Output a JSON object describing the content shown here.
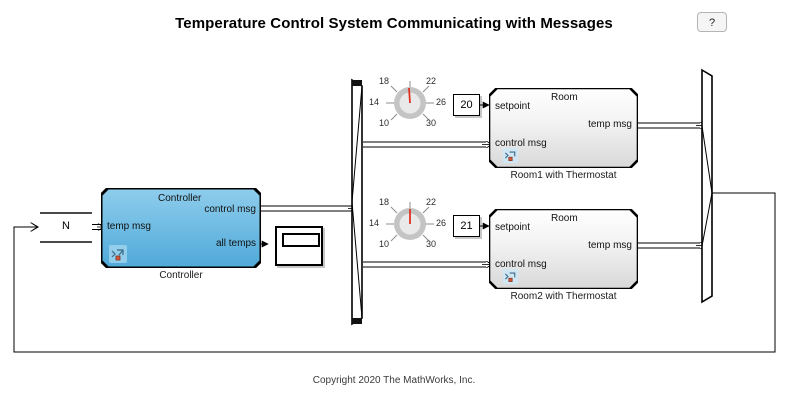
{
  "page": {
    "title": "Temperature Control System Communicating with Messages",
    "copyright": "Copyright 2020 The MathWorks, Inc.",
    "background": "#ffffff"
  },
  "help_button": {
    "label": "?",
    "name": "help-button"
  },
  "blocks": {
    "merge": {
      "label": "N",
      "caption": ""
    },
    "controller": {
      "inner_title": "Controller",
      "caption": "Controller",
      "input_ports": [
        {
          "label": "temp msg"
        }
      ],
      "output_ports": [
        {
          "label": "control msg"
        },
        {
          "label": "all temps"
        }
      ],
      "fill_top": "#8fcdec",
      "fill_bottom": "#4fa9d8",
      "badge": "subsystem-badge"
    },
    "scope": {
      "caption": ""
    },
    "room1": {
      "inner_title": "Room",
      "caption": "Room1 with Thermostat",
      "input_ports": [
        {
          "label": "setpoint"
        },
        {
          "label": "control msg"
        }
      ],
      "output_ports": [
        {
          "label": "temp msg"
        }
      ],
      "setpoint_display": "20",
      "badge": "subsystem-badge"
    },
    "room2": {
      "inner_title": "Room",
      "caption": "Room2 with Thermostat",
      "input_ports": [
        {
          "label": "setpoint"
        },
        {
          "label": "control msg"
        }
      ],
      "output_ports": [
        {
          "label": "temp msg"
        }
      ],
      "setpoint_display": "21",
      "badge": "subsystem-badge"
    },
    "demux": {
      "caption": "",
      "outputs": 2
    },
    "mux": {
      "caption": "",
      "inputs": 2
    }
  },
  "dials": {
    "dial1": {
      "name": "thermostat-dial-room1",
      "ticks": [
        "18",
        "22",
        "14",
        "26",
        "10",
        "30"
      ],
      "value": 20,
      "min": 10,
      "max": 30,
      "needle_color": "#e03020",
      "ring_color": "#c4c4c4",
      "face_color": "#e8e8e8"
    },
    "dial2": {
      "name": "thermostat-dial-room2",
      "ticks": [
        "18",
        "22",
        "14",
        "26",
        "10",
        "30"
      ],
      "value": 21,
      "min": 10,
      "max": 30,
      "needle_color": "#e03020",
      "ring_color": "#c4c4c4",
      "face_color": "#e8e8e8"
    }
  },
  "colors": {
    "line": "#000000",
    "block_border": "#000000",
    "text": "#111111",
    "caption": "#1a1a1a",
    "room_fill_top": "#ffffff",
    "room_fill_bottom": "#dcdcdc"
  }
}
